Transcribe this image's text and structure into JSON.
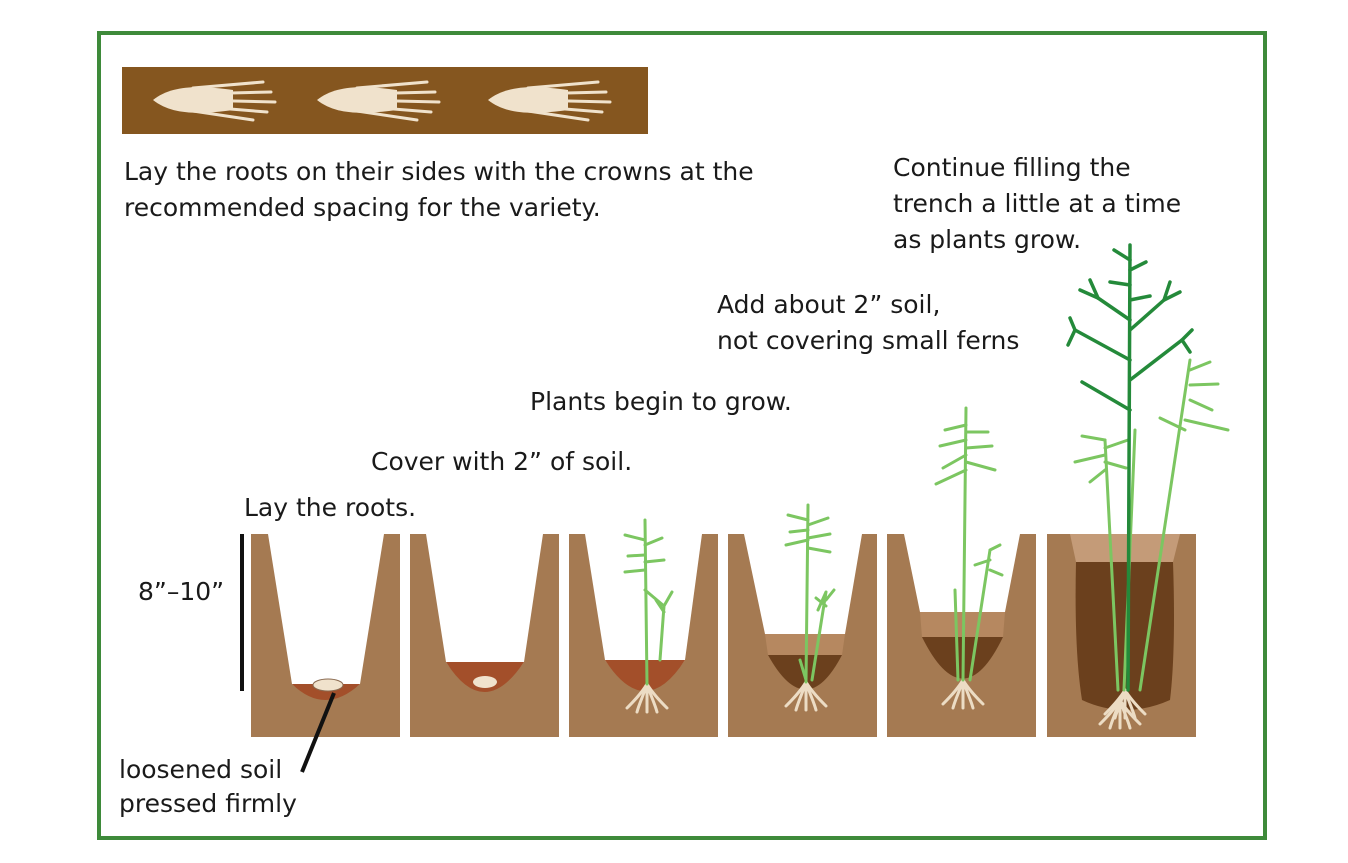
{
  "labels": {
    "roots_sides_1": "Lay the roots on their sides with the crowns at the",
    "roots_sides_2": "recommended spacing for the variety.",
    "continue_1": "Continue filling the",
    "continue_2": "trench a little at a time",
    "continue_3": "as plants grow.",
    "add_soil_1": "Add about 2” soil,",
    "add_soil_2": "not covering small ferns",
    "plants_grow": "Plants begin to grow.",
    "cover": "Cover with 2” of soil.",
    "lay_roots": "Lay the roots.",
    "depth": "8”–10”",
    "loosened_1": "loosened soil",
    "loosened_2": "pressed firmly"
  },
  "colors": {
    "frame": "#3e8a3a",
    "soil": "#a57a52",
    "dark_soil": "#6b401d",
    "loose_soil": "#a34f2a",
    "light_soil": "#c49b78",
    "root": "#f0e2cc",
    "stem_light": "#7cc661",
    "stem_dark": "#248a3a"
  },
  "icons": {
    "crowns": "asparagus-crown-icon",
    "trench": "trench-cross-section"
  }
}
